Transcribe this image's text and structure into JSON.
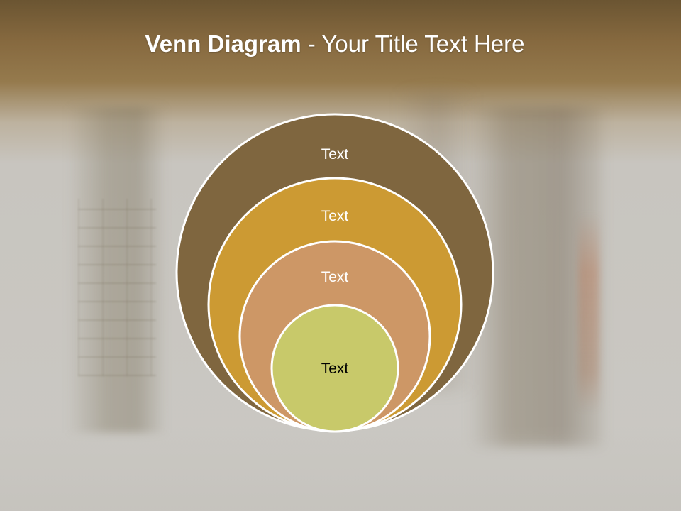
{
  "title": {
    "bold": "Venn Diagram",
    "rest": " - Your Title Text Here"
  },
  "diagram": {
    "circles": [
      {
        "label": "Text",
        "fill": "#7f663f",
        "text_color": "#ffffff"
      },
      {
        "label": "Text",
        "fill": "#cc9a33",
        "text_color": "#ffffff"
      },
      {
        "label": "Text",
        "fill": "#cd9766",
        "text_color": "#ffffff"
      },
      {
        "label": "Text",
        "fill": "#c8c96a",
        "text_color": "#000000"
      }
    ],
    "outline_color": "#ffffff"
  }
}
